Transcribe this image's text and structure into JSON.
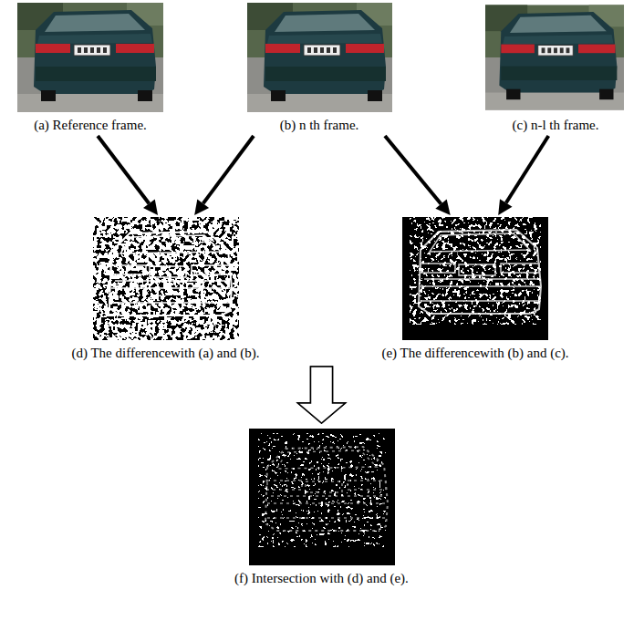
{
  "diagram": {
    "nodes": [
      {
        "text": [
          "(a) Reference frame."
        ]
      },
      {
        "text": [
          "(b) n th frame."
        ]
      },
      {
        "text": [
          "(c) n-l th frame."
        ]
      },
      {
        "text": [
          "(d) The differencewith (a) and (b)."
        ]
      },
      {
        "text": [
          "(e) The differencewith (b) and (c)."
        ]
      },
      {
        "text": [
          "(f) Intersection with (d) and (e)."
        ]
      }
    ],
    "edges": [
      {
        "from": 0,
        "to": 3,
        "arrow": "to"
      },
      {
        "from": 1,
        "to": 3,
        "arrow": "to"
      },
      {
        "from": 1,
        "to": 4,
        "arrow": "to"
      },
      {
        "from": 2,
        "to": 4,
        "arrow": "to"
      },
      {
        "from": 3,
        "to": 5,
        "arrow": "to"
      },
      {
        "from": 4,
        "to": 5,
        "arrow": "to"
      }
    ]
  }
}
